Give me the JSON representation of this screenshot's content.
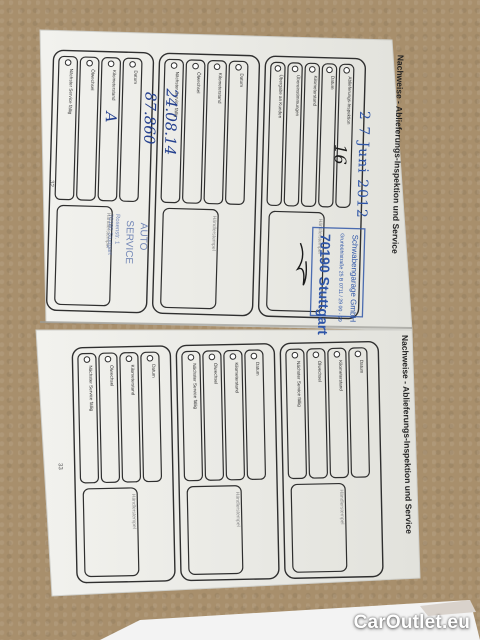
{
  "booklet": {
    "top_page": {
      "heading": "Nachweise - Ablieferungs-Inspektion und Service",
      "page_number": "32",
      "slots": [
        {
          "labels": [
            "Ablieferungs-Inspektion",
            "Datum",
            "Kilometerstand",
            "Übereinstimmungen",
            "Übergabe an Kunden"
          ],
          "stamp_label": "Händlerstempel",
          "date_stamp": "2 7 Juni 2012",
          "km_handwritten": "16",
          "dealer_stamp": [
            "Schwabengarage GmbH",
            "Grunbühlstraße 25 B 0711 / 29 00 - 29",
            "70190 Stuttgart"
          ]
        },
        {
          "labels": [
            "Datum",
            "Kilometerstand",
            "Ölwechsel",
            "Nächster Service fällig"
          ],
          "stamp_label": "Händlerstempel"
        },
        {
          "labels": [
            "Datum",
            "Kilometerstand",
            "Ölwechsel",
            "Nächster Service fällig"
          ],
          "stamp_label": "Händlerstempel",
          "date_handwritten": "24.08.14",
          "km_handwritten": "87.860",
          "service_handwritten": "A",
          "dealer_stamp": [
            "Händlerstempel",
            "AUTO",
            "SERVICE",
            "Rosenstr. 1",
            "70180 Stuttgart"
          ]
        }
      ]
    },
    "bottom_page": {
      "heading": "Nachweise - Ablieferungs-Inspektion und Service",
      "page_number": "33",
      "slots": [
        {
          "labels": [
            "Datum",
            "Kilometerstand",
            "Ölwechsel",
            "Nächster Service fällig"
          ],
          "stamp_label": "Händlerstempel"
        },
        {
          "labels": [
            "Datum",
            "Kilometerstand",
            "Ölwechsel",
            "Nächster Service fällig"
          ],
          "stamp_label": "Händlerstempel"
        },
        {
          "labels": [
            "Datum",
            "Kilometerstand",
            "Ölwechsel",
            "Nächster Service fällig"
          ],
          "stamp_label": "Händlerstempel"
        }
      ]
    }
  },
  "watermark": "CarOutlet.eu",
  "colors": {
    "background": "#a88f6c",
    "paper": "#eeeeea",
    "ink": "#2f2f2f",
    "stamp_blue": "#2f56a8",
    "pen_blue": "#24408f",
    "pen_black": "#1a1a1a"
  }
}
